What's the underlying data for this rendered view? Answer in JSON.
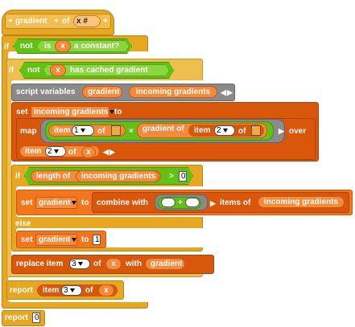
{
  "hat": {
    "plus": "+",
    "gradient_label": "gradient",
    "plus2": "+",
    "of_label": "of",
    "param_x": "x",
    "param_hash": "#",
    "plus3": "+"
  },
  "if1": {
    "if": "if",
    "not": "not",
    "is": "is",
    "x": "x",
    "a_constant": "a constant?"
  },
  "if2": {
    "if": "if",
    "not": "not",
    "x": "x",
    "has_cached": "has cached gradient"
  },
  "script_vars": {
    "label": "script variables",
    "v1": "gradient",
    "v2": "incoming gradients"
  },
  "set1": {
    "set": "set",
    "var": "incoming gradients",
    "to": "to"
  },
  "map": {
    "map": "map",
    "item": "item",
    "n1": "1",
    "of": "of",
    "times": "×",
    "gradient_of": "gradient",
    "of2": "of",
    "item2": "item",
    "n2": "2",
    "of3": "of",
    "over": "over"
  },
  "item_of": {
    "item": "item",
    "n": "2",
    "of": "of",
    "x": "x"
  },
  "if3": {
    "if": "if",
    "length_of": "length",
    "of": "of",
    "incoming": "incoming gradients",
    "gt": ">",
    "zero": "0"
  },
  "set2": {
    "set": "set",
    "var": "gradient",
    "to": "to",
    "combine": "combine with",
    "plus": "+",
    "items_of": "items of",
    "incoming": "incoming gradients"
  },
  "else": {
    "label": "else"
  },
  "set3": {
    "set": "set",
    "var": "gradient",
    "to": "to",
    "one": "1"
  },
  "replace": {
    "label": "replace item",
    "n": "3",
    "of": "of",
    "x": "x",
    "with": "with",
    "gradient": "gradient"
  },
  "report1": {
    "report": "report",
    "item": "item",
    "n": "3",
    "of": "of",
    "x": "x"
  },
  "report2": {
    "report": "report",
    "zero": "0"
  },
  "colors": {
    "control": "#e6a822",
    "variables": "#f3761d",
    "operators": "#62c213",
    "other": "#8a8a8a"
  }
}
